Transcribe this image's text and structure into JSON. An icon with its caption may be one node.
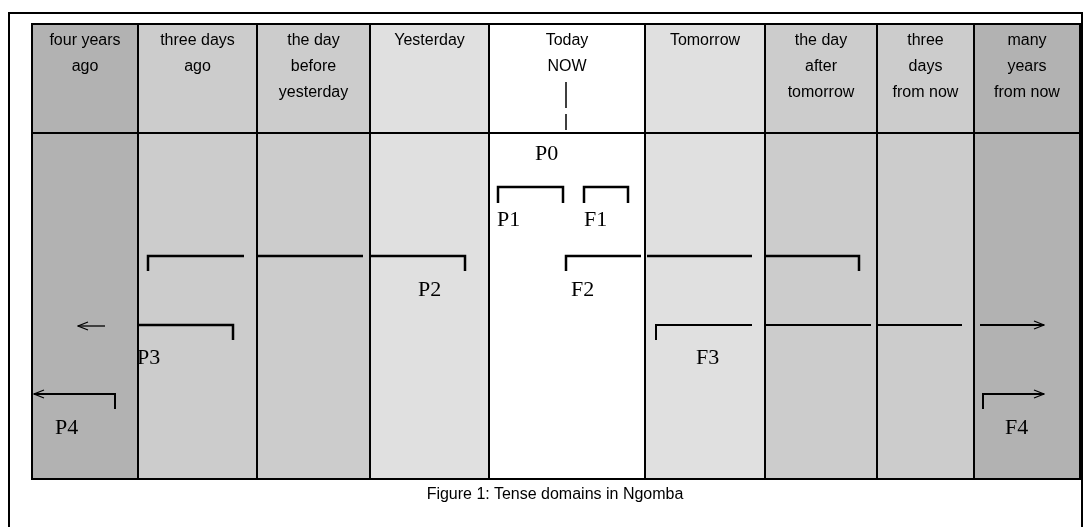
{
  "diagram": {
    "caption": "Figure 1: Tense domains in Ngomba",
    "nodes": [
      {
        "text": [
          "four years ago"
        ]
      },
      {
        "text": [
          "three days ago"
        ]
      },
      {
        "text": [
          "the day before yesterday"
        ]
      },
      {
        "text": [
          "Yesterday"
        ]
      },
      {
        "text": [
          "Today NOW"
        ]
      },
      {
        "text": [
          "Tomorrow"
        ]
      },
      {
        "text": [
          "the day after tomorrow"
        ]
      },
      {
        "text": [
          "three days from now"
        ]
      },
      {
        "text": [
          "many years from now"
        ]
      }
    ],
    "labels": [
      "P0",
      "P1",
      "F1",
      "P2",
      "F2",
      "P3",
      "F3",
      "P4",
      "F4"
    ]
  }
}
